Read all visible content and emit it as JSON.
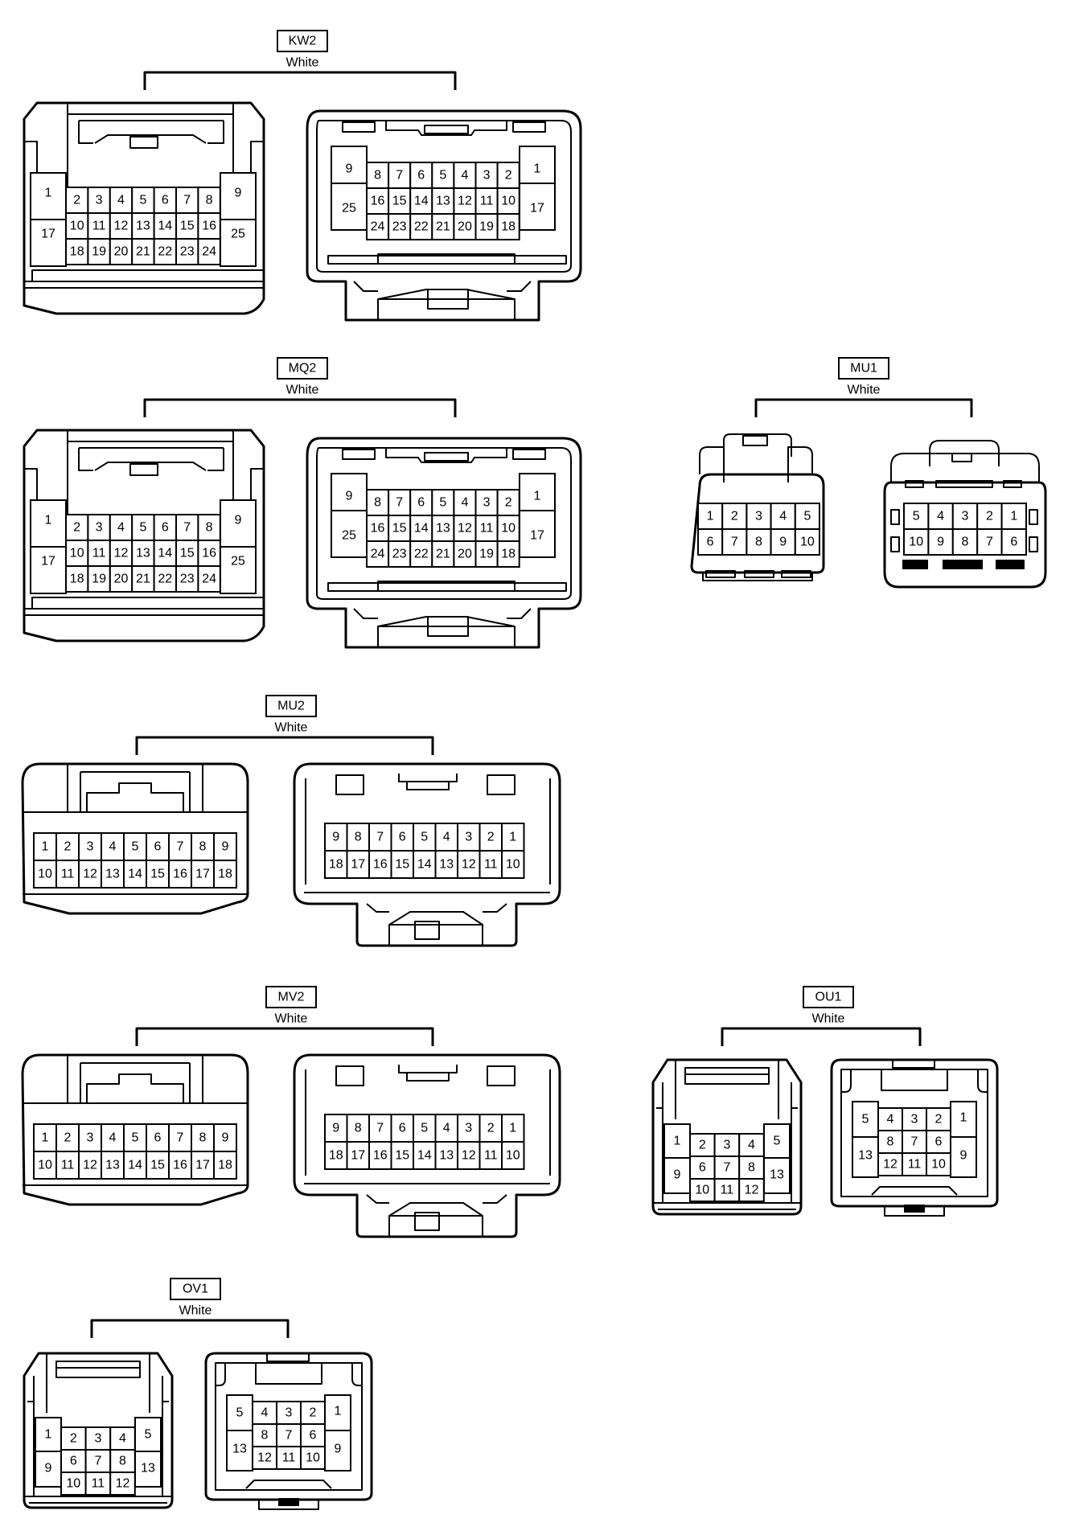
{
  "connectors": [
    {
      "id": "KW2",
      "color": "White",
      "female": {
        "rows": [
          [
            "1",
            "2",
            "3",
            "4",
            "5",
            "6",
            "7",
            "8",
            "9"
          ],
          [
            "17",
            "10",
            "11",
            "12",
            "13",
            "14",
            "15",
            "16",
            "25"
          ],
          [
            "18",
            "19",
            "20",
            "21",
            "22",
            "23",
            "24"
          ]
        ]
      },
      "male": {
        "rows": [
          [
            "9",
            "8",
            "7",
            "6",
            "5",
            "4",
            "3",
            "2",
            "1"
          ],
          [
            "25",
            "16",
            "15",
            "14",
            "13",
            "12",
            "11",
            "10",
            "17"
          ],
          [
            "24",
            "23",
            "22",
            "21",
            "20",
            "19",
            "18"
          ]
        ]
      }
    },
    {
      "id": "MQ2",
      "color": "White",
      "female": {
        "rows": [
          [
            "1",
            "2",
            "3",
            "4",
            "5",
            "6",
            "7",
            "8",
            "9"
          ],
          [
            "17",
            "10",
            "11",
            "12",
            "13",
            "14",
            "15",
            "16",
            "25"
          ],
          [
            "18",
            "19",
            "20",
            "21",
            "22",
            "23",
            "24"
          ]
        ]
      },
      "male": {
        "rows": [
          [
            "9",
            "8",
            "7",
            "6",
            "5",
            "4",
            "3",
            "2",
            "1"
          ],
          [
            "25",
            "16",
            "15",
            "14",
            "13",
            "12",
            "11",
            "10",
            "17"
          ],
          [
            "24",
            "23",
            "22",
            "21",
            "20",
            "19",
            "18"
          ]
        ]
      }
    },
    {
      "id": "MU1",
      "color": "White",
      "female": {
        "rows": [
          [
            "1",
            "2",
            "3",
            "4",
            "5"
          ],
          [
            "6",
            "7",
            "8",
            "9",
            "10"
          ]
        ]
      },
      "male": {
        "rows": [
          [
            "5",
            "4",
            "3",
            "2",
            "1"
          ],
          [
            "10",
            "9",
            "8",
            "7",
            "6"
          ]
        ]
      }
    },
    {
      "id": "MU2",
      "color": "White",
      "female": {
        "rows": [
          [
            "1",
            "2",
            "3",
            "4",
            "5",
            "6",
            "7",
            "8",
            "9"
          ],
          [
            "10",
            "11",
            "12",
            "13",
            "14",
            "15",
            "16",
            "17",
            "18"
          ]
        ]
      },
      "male": {
        "rows": [
          [
            "9",
            "8",
            "7",
            "6",
            "5",
            "4",
            "3",
            "2",
            "1"
          ],
          [
            "18",
            "17",
            "16",
            "15",
            "14",
            "13",
            "12",
            "11",
            "10"
          ]
        ]
      }
    },
    {
      "id": "MV2",
      "color": "White",
      "female": {
        "rows": [
          [
            "1",
            "2",
            "3",
            "4",
            "5",
            "6",
            "7",
            "8",
            "9"
          ],
          [
            "10",
            "11",
            "12",
            "13",
            "14",
            "15",
            "16",
            "17",
            "18"
          ]
        ]
      },
      "male": {
        "rows": [
          [
            "9",
            "8",
            "7",
            "6",
            "5",
            "4",
            "3",
            "2",
            "1"
          ],
          [
            "18",
            "17",
            "16",
            "15",
            "14",
            "13",
            "12",
            "11",
            "10"
          ]
        ]
      }
    },
    {
      "id": "OU1",
      "color": "White",
      "female": {
        "rows": [
          [
            "1",
            "2",
            "3",
            "4",
            "5"
          ],
          [
            "9",
            "6",
            "7",
            "8",
            "13"
          ],
          [
            "10",
            "11",
            "12"
          ]
        ]
      },
      "male": {
        "rows": [
          [
            "5",
            "4",
            "3",
            "2",
            "1"
          ],
          [
            "13",
            "8",
            "7",
            "6",
            "9"
          ],
          [
            "12",
            "11",
            "10"
          ]
        ]
      }
    },
    {
      "id": "OV1",
      "color": "White",
      "female": {
        "rows": [
          [
            "1",
            "2",
            "3",
            "4",
            "5"
          ],
          [
            "9",
            "6",
            "7",
            "8",
            "13"
          ],
          [
            "10",
            "11",
            "12"
          ]
        ]
      },
      "male": {
        "rows": [
          [
            "5",
            "4",
            "3",
            "2",
            "1"
          ],
          [
            "13",
            "8",
            "7",
            "6",
            "9"
          ],
          [
            "12",
            "11",
            "10"
          ]
        ]
      }
    }
  ]
}
